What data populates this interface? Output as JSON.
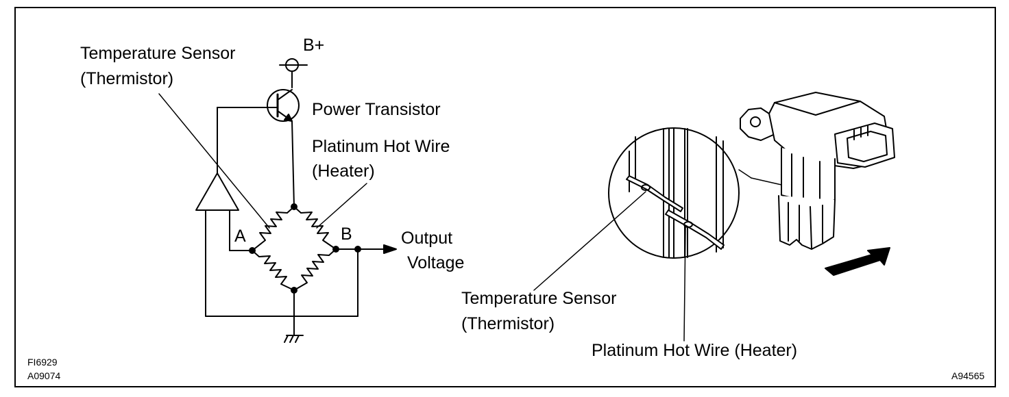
{
  "codes": {
    "left_1": "FI6929",
    "left_2": "A09074",
    "right": "A94565"
  },
  "circuit": {
    "supply": "B+",
    "temp_sensor_line1": "Temperature Sensor",
    "temp_sensor_line2": "(Thermistor)",
    "power_transistor": "Power Transistor",
    "hot_wire_line1": "Platinum Hot Wire",
    "hot_wire_line2": "(Heater)",
    "node_a": "A",
    "node_b": "B",
    "output_line1": "Output",
    "output_line2": "Voltage"
  },
  "sensor": {
    "temp_sensor_line1": "Temperature Sensor",
    "temp_sensor_line2": "(Thermistor)",
    "hot_wire": "Platinum Hot Wire (Heater)"
  }
}
